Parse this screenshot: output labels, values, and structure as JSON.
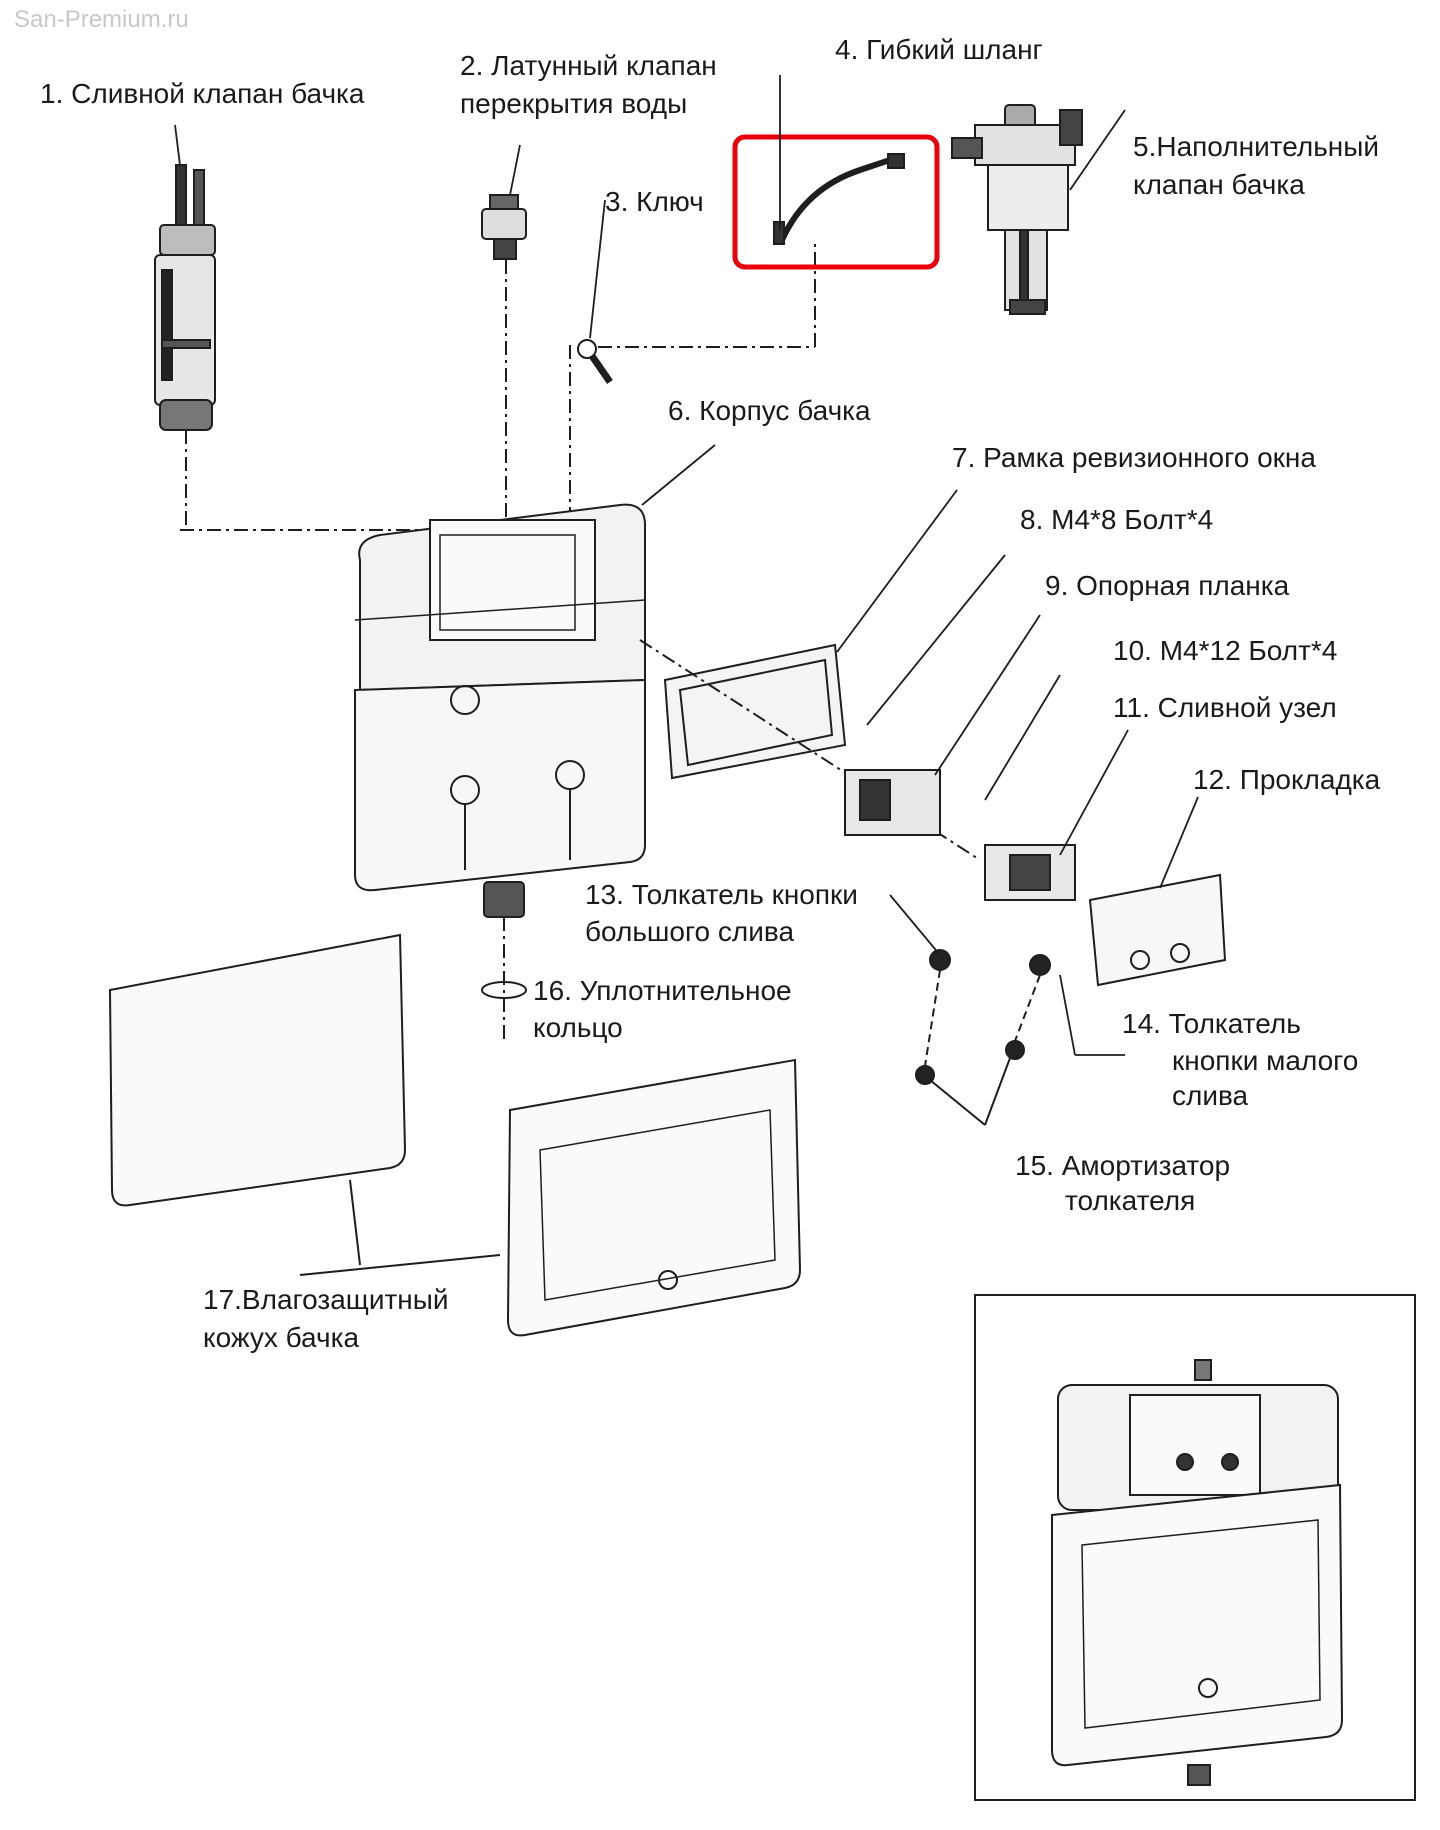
{
  "watermark": "San-Premium.ru",
  "highlight_color": "#e8000b",
  "labels": {
    "p1": "1. Сливной клапан бачка",
    "p2_l1": "2. Латунный клапан",
    "p2_l2": "перекрытия воды",
    "p3": "3. Ключ",
    "p4": "4. Гибкий шланг",
    "p5_l1": "5.Наполнительный",
    "p5_l2": "клапан бачка",
    "p6": "6. Корпус бачка",
    "p7": "7. Рамка ревизионного окна",
    "p8": "8. М4*8 Болт*4",
    "p9": "9. Опорная планка",
    "p10": "10. М4*12 Болт*4",
    "p11": "11. Сливной узел",
    "p12": "12. Прокладка",
    "p13_l1": "13. Толкатель кнопки",
    "p13_l2": "большого слива",
    "p14_l1": "14. Толкатель",
    "p14_l2": "кнопки малого",
    "p14_l3": "слива",
    "p15_l1": "15. Амортизатор",
    "p15_l2": "толкателя",
    "p16_l1": "16. Уплотнительное",
    "p16_l2": "кольцо",
    "p17_l1": "17.Влагозащитный",
    "p17_l2": "кожух бачка"
  }
}
